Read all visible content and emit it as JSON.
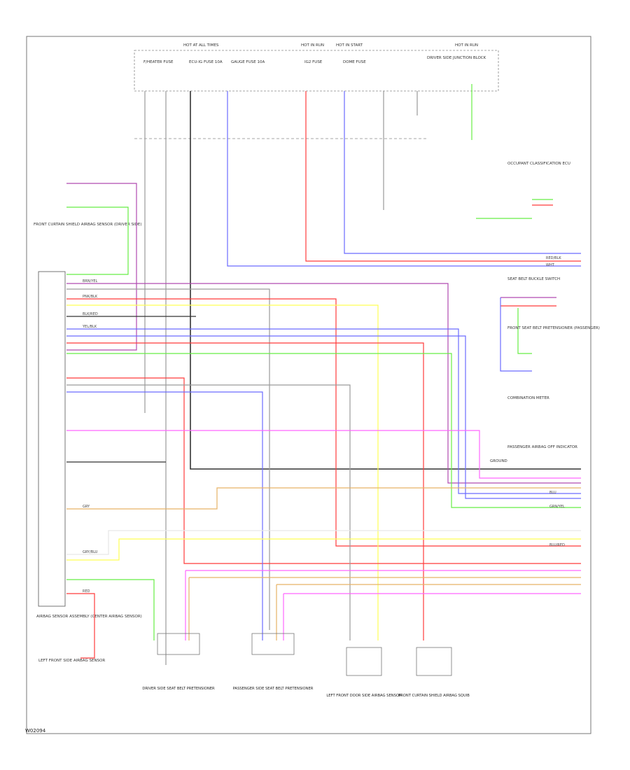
{
  "diagram_code": "W02094",
  "colors": {
    "red": "#ff3b3b",
    "blue": "#6a6aff",
    "pink": "#ff66ff",
    "purple": "#b04ab0",
    "yellow": "#ffff55",
    "green": "#66ee44",
    "tan": "#e6b266",
    "gray": "#9a9a9a",
    "dark": "#333333"
  },
  "fuse_box": {
    "hot_labels": [
      "HOT AT ALL TIMES",
      "HOT IN RUN",
      "HOT IN START",
      "HOT IN RUN"
    ],
    "fuses": [
      "F/HEATER FUSE",
      "ECU-IG FUSE 10A",
      "GAUGE FUSE 10A",
      "IG2 FUSE",
      "DOME FUSE"
    ],
    "junction": "DRIVER SIDE JUNCTION BLOCK"
  },
  "components": {
    "left_sensor": "FRONT CURTAIN SHIELD AIRBAG SENSOR (DRIVER SIDE)",
    "airbag_ecu": "AIRBAG SENSOR ASSEMBLY (CENTER AIRBAG SENSOR)",
    "sensor_left_bottom": "LEFT FRONT SIDE AIRBAG SENSOR",
    "side_right_bottom": "FRONT SEAT BELT PRETENSIONER (PASSENGER)",
    "seat_buckle": "SEAT BELT BUCKLE SWITCH",
    "occupant_sensor": "OCCUPANT CLASSIFICATION ECU",
    "connector_c1": "DRIVER SIDE SEAT BELT PRETENSIONER",
    "connector_c2": "PASSENGER SIDE SEAT BELT PRETENSIONER",
    "connector_c3": "LEFT FRONT DOOR SIDE AIRBAG SENSOR",
    "connector_c4": "FRONT CURTAIN SHIELD AIRBAG SQUIB",
    "right_bottom_label": "PASSENGER AIRBAG OFF INDICATOR",
    "combination_meter": "COMBINATION METER"
  },
  "wire_labels": [
    "BRN/YEL",
    "PNK/BLK",
    "BLK/RED",
    "YEL/BLK",
    "GRY",
    "GRY/BLU",
    "RED",
    "RED/BLK",
    "WHT",
    "GRN/YEL",
    "BLU",
    "BLU/RED"
  ],
  "ground_label": "GROUND"
}
